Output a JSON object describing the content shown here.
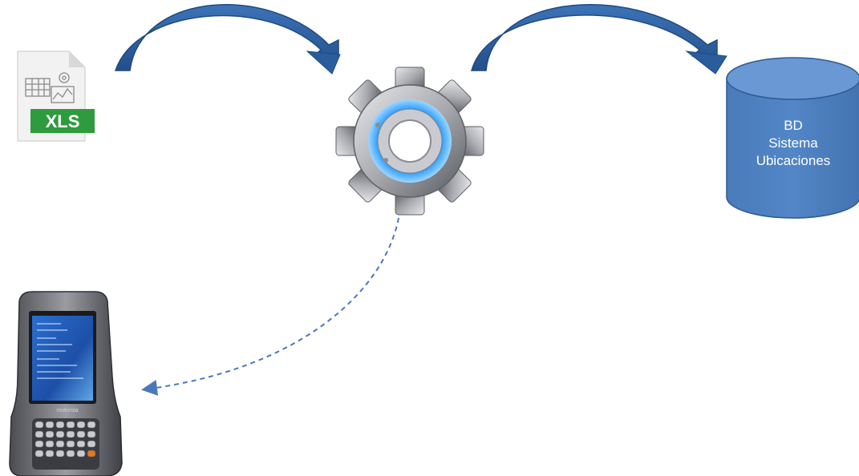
{
  "diagram": {
    "source_file": {
      "icon": "xls-file-icon",
      "badge": "XLS"
    },
    "process": {
      "icon": "gear-icon"
    },
    "database": {
      "icon": "database-cylinder-icon",
      "label_lines": [
        "BD",
        "Sistema",
        "Ubicaciones"
      ],
      "fill": "#4f81bd"
    },
    "device": {
      "icon": "handheld-pda-icon",
      "brand": "motorola"
    },
    "connectors": [
      {
        "from": "source_file",
        "to": "process",
        "style": "solid-curved-arrow",
        "color": "#2e5f9e"
      },
      {
        "from": "process",
        "to": "database",
        "style": "solid-curved-arrow",
        "color": "#2e5f9e"
      },
      {
        "from": "process",
        "to": "device",
        "style": "dashed-curved-arrow",
        "color": "#4a78b8"
      }
    ]
  }
}
